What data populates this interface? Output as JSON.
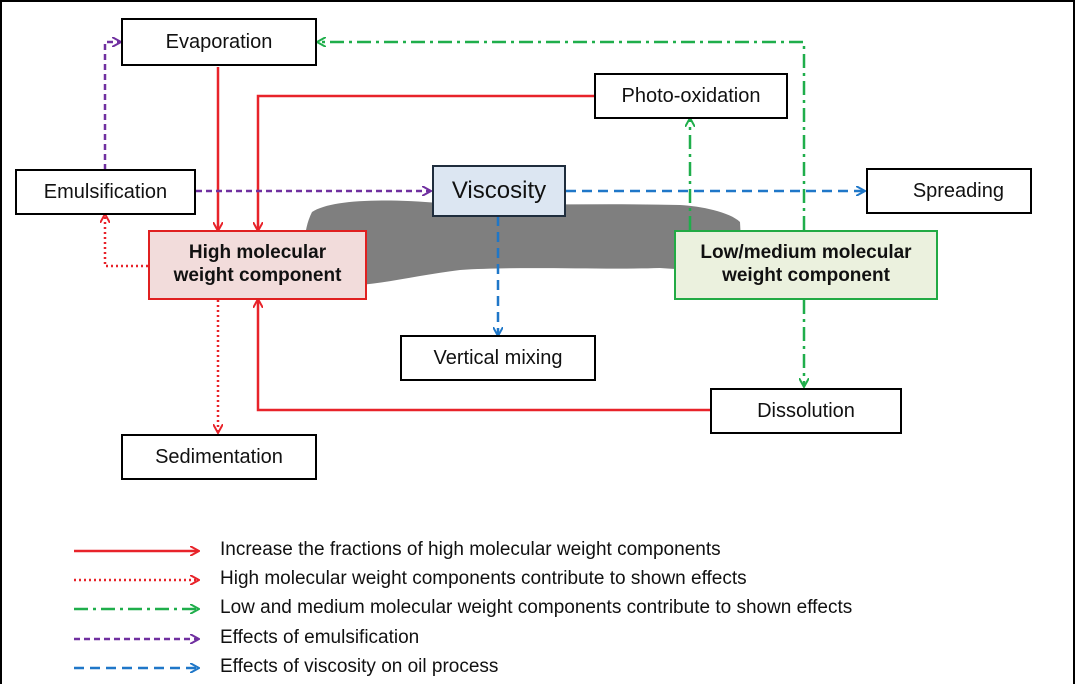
{
  "nodes": {
    "evaporation": "Evaporation",
    "photo_oxidation": "Photo-oxidation",
    "emulsification": "Emulsification",
    "viscosity": "Viscosity",
    "spreading": "Spreading",
    "high_mw_line1": "High molecular",
    "high_mw_line2": "weight component",
    "low_mw_line1": "Low/medium molecular",
    "low_mw_line2": "weight component",
    "vertical_mixing": "Vertical mixing",
    "dissolution": "Dissolution",
    "sedimentation": "Sedimentation"
  },
  "legend": {
    "increase_high_mw": "Increase the fractions of high molecular weight components",
    "high_mw_contribute": "High molecular weight components contribute to shown effects",
    "low_medium_mw_contribute": "Low and medium molecular weight components contribute to shown effects",
    "emulsification_effects": "Effects of emulsification",
    "viscosity_effects": "Effects of viscosity on oil process"
  },
  "colors": {
    "red": "#e8232a",
    "green": "#1fae4b",
    "purple": "#7030a0",
    "blue": "#1f77c8",
    "oil_slick": "#7f7f7f",
    "viscosity_fill": "#dce6f2",
    "high_mw_fill": "#f2dcdb",
    "low_mw_fill": "#ebf1de"
  }
}
